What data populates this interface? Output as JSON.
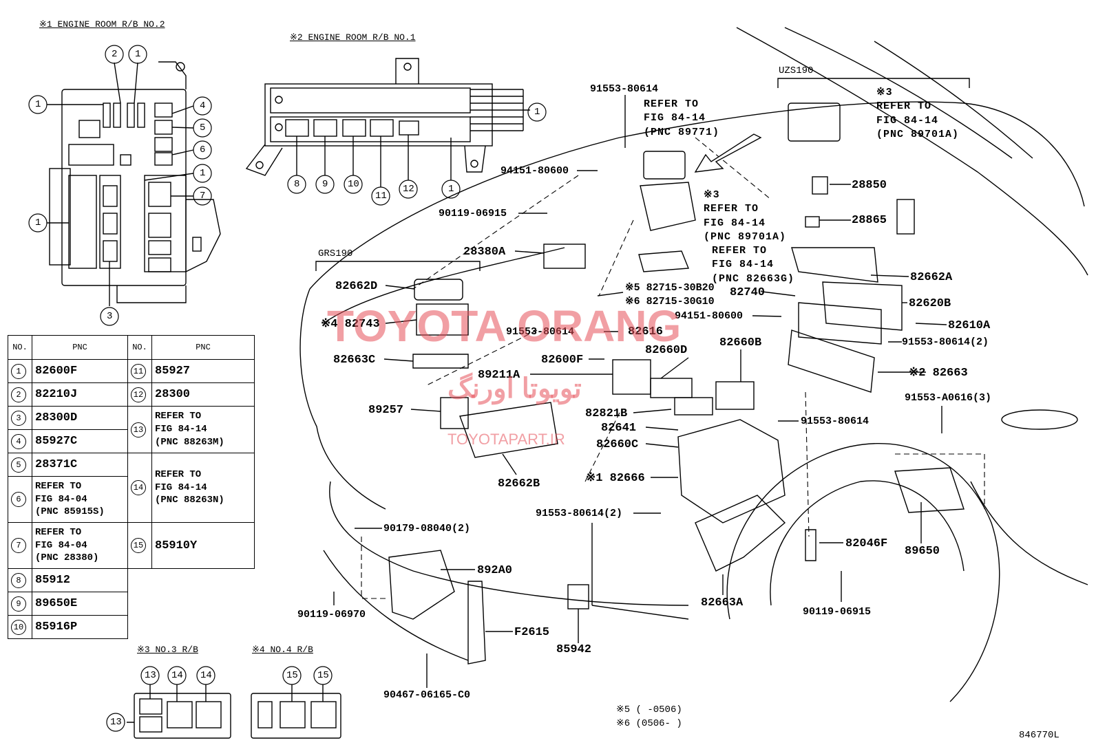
{
  "headers": {
    "rb2": "※1 ENGINE ROOM R/B NO.2",
    "rb1": "※2 ENGINE ROOM R/B NO.1",
    "rb3": "※3 NO.3 R/B",
    "rb4": "※4 NO.4 R/B",
    "grs": "GRS190",
    "uzs": "UZS190"
  },
  "table": {
    "col_no": "NO.",
    "col_pnc": "PNC",
    "left": [
      {
        "no": "1",
        "pnc": "82600F"
      },
      {
        "no": "2",
        "pnc": "82210J"
      },
      {
        "no": "3",
        "pnc": "28300D"
      },
      {
        "no": "4",
        "pnc": "85927C"
      },
      {
        "no": "5",
        "pnc": "28371C"
      },
      {
        "no": "6",
        "pnc": "REFER TO\nFIG 84-04\n(PNC 85915S)"
      },
      {
        "no": "7",
        "pnc": "REFER TO\nFIG 84-04\n(PNC 28380)"
      },
      {
        "no": "8",
        "pnc": "85912"
      },
      {
        "no": "9",
        "pnc": "89650E"
      },
      {
        "no": "10",
        "pnc": "85916P"
      }
    ],
    "right": [
      {
        "no": "11",
        "pnc": "85927"
      },
      {
        "no": "12",
        "pnc": "28300"
      },
      {
        "no": "13",
        "pnc": "REFER TO\nFIG 84-14\n(PNC 88263M)"
      },
      {
        "no": "14",
        "pnc": "REFER TO\nFIG 84-14\n(PNC 88263N)"
      },
      {
        "no": "15",
        "pnc": "85910Y"
      }
    ]
  },
  "parts": {
    "p91553_80614_top": "91553-80614",
    "ref89771": "REFER TO\nFIG 84-14\n(PNC 89771)",
    "p94151_80600_a": "94151-80600",
    "ref89701a_mid": "※3\nREFER TO\nFIG 84-14\n(PNC 89701A)",
    "ref82663g": "REFER TO\nFIG 84-14\n(PNC 82663G)",
    "ref89701a_uzs": "※3\nREFER TO\nFIG 84-14\n(PNC 89701A)",
    "p90119_06915_a": "90119-06915",
    "p28380a": "28380A",
    "p28850": "28850",
    "p28865": "28865",
    "p82662d": "82662D",
    "p82662a": "82662A",
    "p82715_30b20": "※5 82715-30B20",
    "p82715_30g10": "※6 82715-30G10",
    "p82740": "82740",
    "p82620b": "82620B",
    "p82743": "※4 82743",
    "p94151_80600_b": "94151-80600",
    "p82610a": "82610A",
    "p91553_80614_b": "91553-80614",
    "p82616": "82616",
    "p91553_80614_2a": "91553-80614(2)",
    "p82663c": "82663C",
    "p82660b": "82660B",
    "p82600f": "82600F",
    "p82660d": "82660D",
    "p82663": "※2 82663",
    "p89211a": "89211A",
    "p91553_a0616": "91553-A0616(3)",
    "p89257": "89257",
    "p82821b": "82821B",
    "p91553_80614_c": "91553-80614",
    "p82641": "82641",
    "p82660c": "82660C",
    "p82666": "※1 82666",
    "p82662b": "82662B",
    "p91553_80614_2b": "91553-80614(2)",
    "p90179_08040": "90179-08040(2)",
    "p82046f": "82046F",
    "p89650": "89650",
    "p892a0": "892A0",
    "p90119_06970": "90119-06970",
    "p82663a": "82663A",
    "p90119_06915_b": "90119-06915",
    "pf2615": "F2615",
    "p85942": "85942",
    "p90467": "90467-06165-C0",
    "note5": "※5 (      -0506)",
    "note6": "※6 (0506-      )",
    "drawing_no": "846770L"
  },
  "watermark": {
    "main": "TOYOTA ORANG",
    "arabic": "تویوتا اورنگ",
    "url": "TOYOTAPART.IR"
  },
  "callouts": {
    "rb2": [
      "1",
      "2",
      "1",
      "4",
      "5",
      "6",
      "1",
      "7",
      "1",
      "3"
    ],
    "rb1": [
      "1",
      "8",
      "9",
      "10",
      "11",
      "12",
      "1"
    ],
    "rb3": [
      "13",
      "14",
      "14",
      "13"
    ],
    "rb4": [
      "15",
      "15"
    ]
  }
}
